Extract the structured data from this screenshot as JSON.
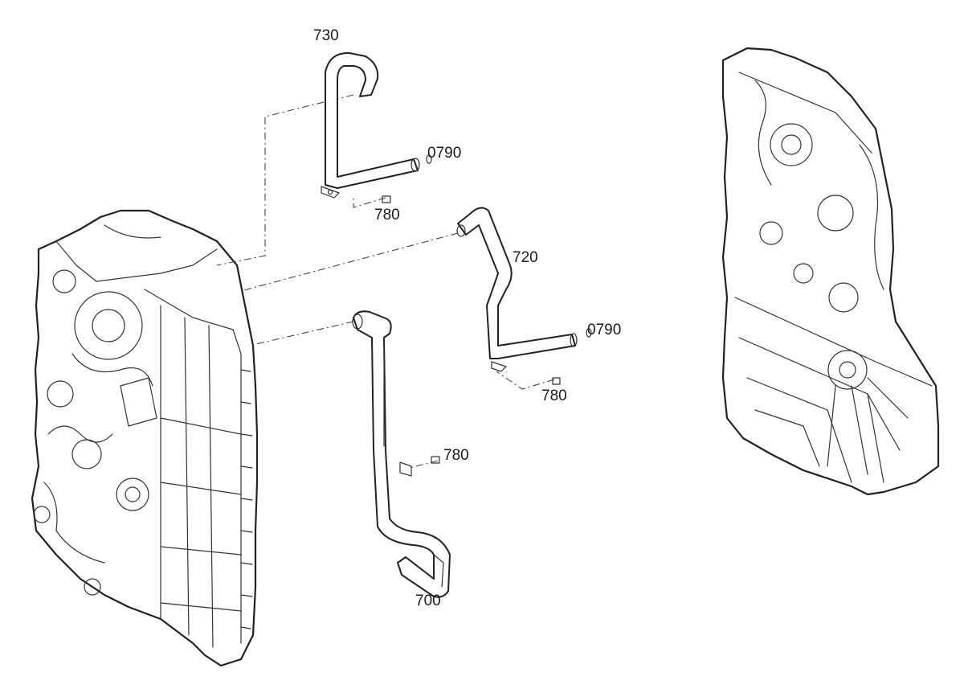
{
  "labels": {
    "p730": "730",
    "p720": "720",
    "p700": "700",
    "p790a": "0790",
    "p790b": "0790",
    "p780a": "780",
    "p780b": "780",
    "p780c": "780"
  }
}
